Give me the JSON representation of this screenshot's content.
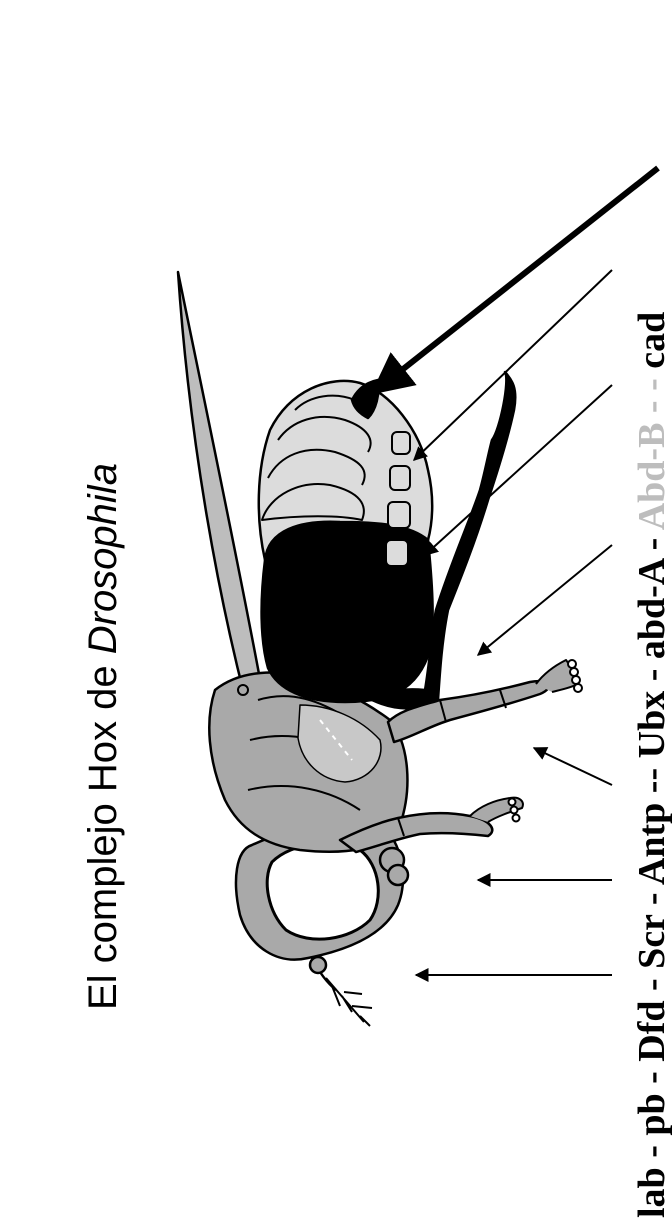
{
  "title": {
    "prefix": "El complejo Hox de ",
    "genus": "Drosophila"
  },
  "genes": {
    "lab": "lab",
    "sep1": " - ",
    "pb": "pb",
    "sep2": " - ",
    "dfd": "Dfd",
    "sep3": " - ",
    "scr": "Scr",
    "sep4": " - ",
    "antp": "Antp",
    "sep5": "   --   ",
    "ubx": "Ubx",
    "sep6": " - ",
    "abda": "abd-A",
    "sep7": " - ",
    "abdb": "Abd-B",
    "sep8": " - - ",
    "cad": "cad"
  },
  "colors": {
    "black": "#000000",
    "grey_body": "#a9a9a9",
    "light_grey": "#dcdcdc",
    "pale_gene": "#bdbdbd"
  }
}
